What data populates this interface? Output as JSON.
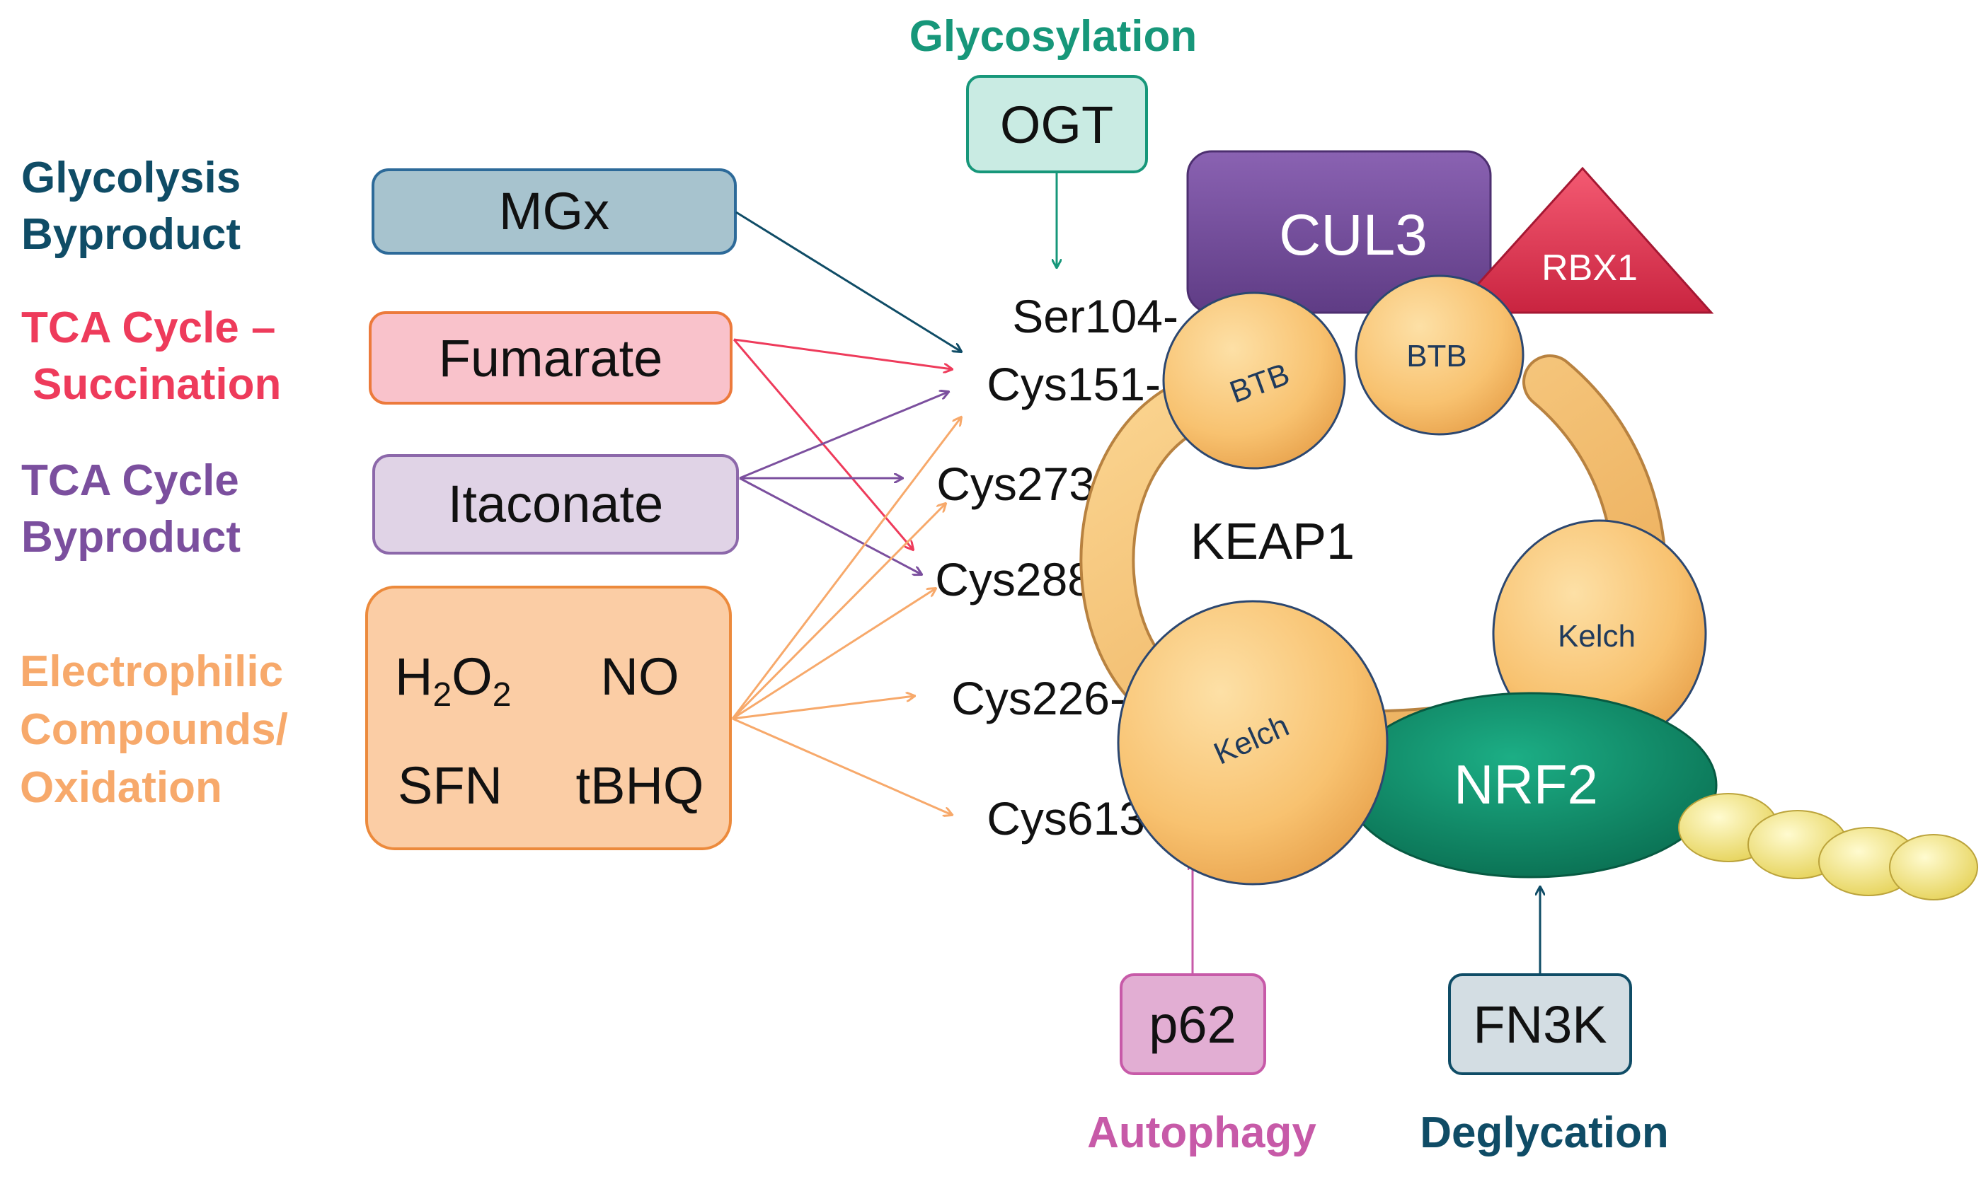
{
  "colors": {
    "glycolysis": "#0f4c66",
    "succination": "#ee3b5b",
    "itaconate": "#7b4f9e",
    "electrophilic": "#f7a96b",
    "glycosylation": "#17977a",
    "autophagy": "#c75aa8",
    "deglycation": "#0f4c66",
    "cul3": "#7a50a0",
    "rbx1": "#e8304f",
    "nrf2": "#0d8a67",
    "keap1_domain": "#f8c270"
  },
  "categories": {
    "glycolysis": [
      "Glycolysis",
      "Byproduct"
    ],
    "succination": [
      "TCA Cycle –",
      "Succination"
    ],
    "itaconate": [
      "TCA Cycle",
      "Byproduct"
    ],
    "electrophilic": [
      "Electrophilic",
      "Compounds/",
      "Oxidation"
    ],
    "glycosylation": "Glycosylation",
    "autophagy": "Autophagy",
    "deglycation": "Deglycation"
  },
  "boxes": {
    "mgx": "MGx",
    "fumarate": "Fumarate",
    "itaconate": "Itaconate",
    "ogt": "OGT",
    "p62": "p62",
    "fn3k": "FN3K",
    "electrophiles": {
      "h2o2_H": "H",
      "h2o2_sub1": "2",
      "h2o2_O": "O",
      "h2o2_sub2": "2",
      "no": "NO",
      "sfn": "SFN",
      "tbhq": "tBHQ"
    }
  },
  "sites": [
    "Ser104-",
    "Cys151-",
    "Cys273-",
    "Cys288-",
    "Cys226-",
    "Cys613-"
  ],
  "complex": {
    "cul3": "CUL3",
    "rbx1": "RBX1",
    "keap1": "KEAP1",
    "btb": "BTB",
    "kelch": "Kelch",
    "nrf2": "NRF2"
  }
}
